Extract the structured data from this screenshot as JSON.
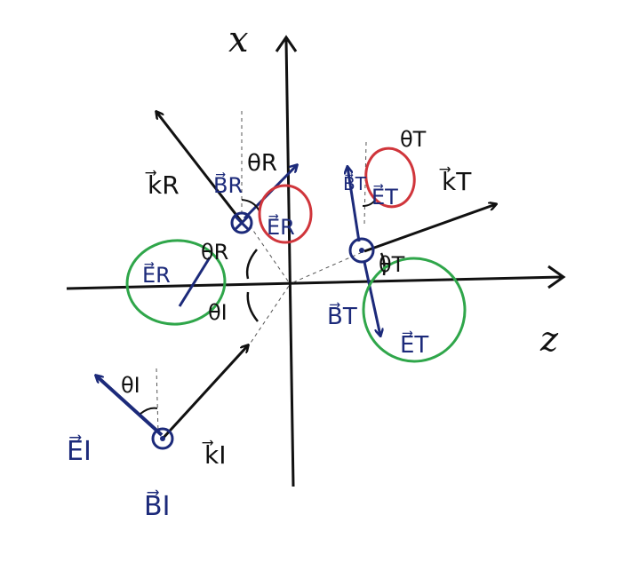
{
  "diagram": {
    "axes": {
      "vertical": "x",
      "horizontal": "z"
    },
    "vectors": {
      "k_incident": "k⃗I",
      "k_reflected": "k⃗R",
      "k_transmitted": "k⃗T",
      "e_incident": "E⃗I",
      "b_incident": "B⃗I",
      "e_reflected_top": "E⃗R",
      "b_reflected": "B⃗R",
      "e_reflected_side": "E⃗R",
      "e_transmitted_top": "E⃗T",
      "b_transmitted_top": "B⃗T",
      "b_transmitted": "B⃗T",
      "e_transmitted": "E⃗T"
    },
    "angles": {
      "theta_i_near_ei": "θI",
      "theta_i_origin": "θI",
      "theta_r_origin": "θR",
      "theta_r_top": "θR",
      "theta_t_top": "θT",
      "theta_t_origin": "θT"
    },
    "colors": {
      "ink": "#111111",
      "blue": "#1c2a7a",
      "red": "#d0353b",
      "green": "#2fa64a"
    }
  }
}
